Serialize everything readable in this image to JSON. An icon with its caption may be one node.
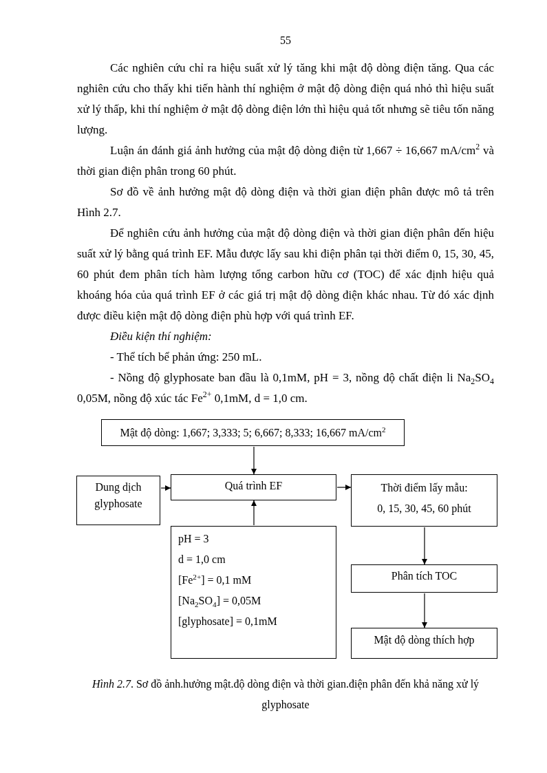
{
  "diagram": {
    "caption": "*Hình 2.7*. Sơ đồ ảnh.hưởng mật.độ dòng điện và thời gian.điện phân đến khả năng xử lý glyphosate",
    "nodes": [
      {
        "text": [
          "Mật độ dòng: 1,667; 3,333; 5; 6,667; 8,333; 16,667 mA/cm$^{2}$"
        ]
      },
      {
        "text": [
          "Dung dịch glyphosate"
        ]
      },
      {
        "text": [
          "Quá trình EF"
        ]
      },
      {
        "text": [
          "Thời điểm lấy mẫu:",
          "0, 15, 30, 45, 60 phút"
        ]
      },
      {
        "text": [
          "pH = 3",
          "d = 1,0 cm",
          "[Fe$^{2+}$] = 0,1 mM",
          "[Na$_{2}$SO$_{4}$] = 0,05M",
          "[glyphosate] = 0,1mM"
        ]
      },
      {
        "text": [
          "Phân tích TOC"
        ]
      },
      {
        "text": [
          "Mật độ dòng thích hợp"
        ]
      }
    ],
    "edges": [
      {
        "from": 0,
        "to": 2,
        "arrow": "to"
      },
      {
        "from": 1,
        "to": 2,
        "arrow": "to"
      },
      {
        "from": 4,
        "to": 2,
        "arrow": "to"
      },
      {
        "from": 2,
        "to": 3,
        "arrow": "to"
      },
      {
        "from": 3,
        "to": 5,
        "arrow": "to"
      },
      {
        "from": 5,
        "to": 6,
        "arrow": "to"
      }
    ],
    "labels": [
      "55",
      "Các nghiên cứu chỉ ra hiệu suất xử lý tăng khi mật độ dòng điện tăng. Qua các nghiên cứu cho thấy khi tiến hành thí nghiệm ở mật độ dòng điện quá nhỏ thì hiệu suất xử lý thấp, khi thí nghiệm ở mật độ dòng điện lớn thì hiệu quả tốt nhưng sẽ tiêu tốn năng lượng.",
      "Luận án đánh giá ảnh hưởng của mật độ dòng điện từ 1,667 ÷ 16,667 mA/cm$^{2}$ và thời gian điện phân trong 60 phút.",
      "Sơ đồ về ảnh hưởng mật độ dòng điện và thời gian điện phân được mô tả trên Hình 2.7.",
      "Để nghiên cứu ảnh hưởng của mật độ dòng điện và thời gian điện phân đến hiệu suất xử lý bằng quá trình EF. Mẫu được lấy sau khi điện phân tại thời điểm 0, 15, 30, 45, 60 phút đem phân tích hàm lượng tổng carbon hữu cơ (TOC) để xác định hiệu quả khoáng hóa của quá trình EF ở các giá trị mật độ dòng điện khác nhau. Từ đó xác định được điều kiện mật độ dòng điện phù hợp với quá trình EF.",
      "Điều kiện thí nghiệm:",
      "- Thể tích bể phản ứng: 250 mL.",
      "- Nồng độ glyphosate ban đầu là 0,1mM, pH = 3, nồng độ chất điện li Na$_{2}$SO$_{4}$ 0,05M, nồng độ xúc tác Fe$^{2+}$ 0,1mM, d = 1,0 cm."
    ]
  }
}
